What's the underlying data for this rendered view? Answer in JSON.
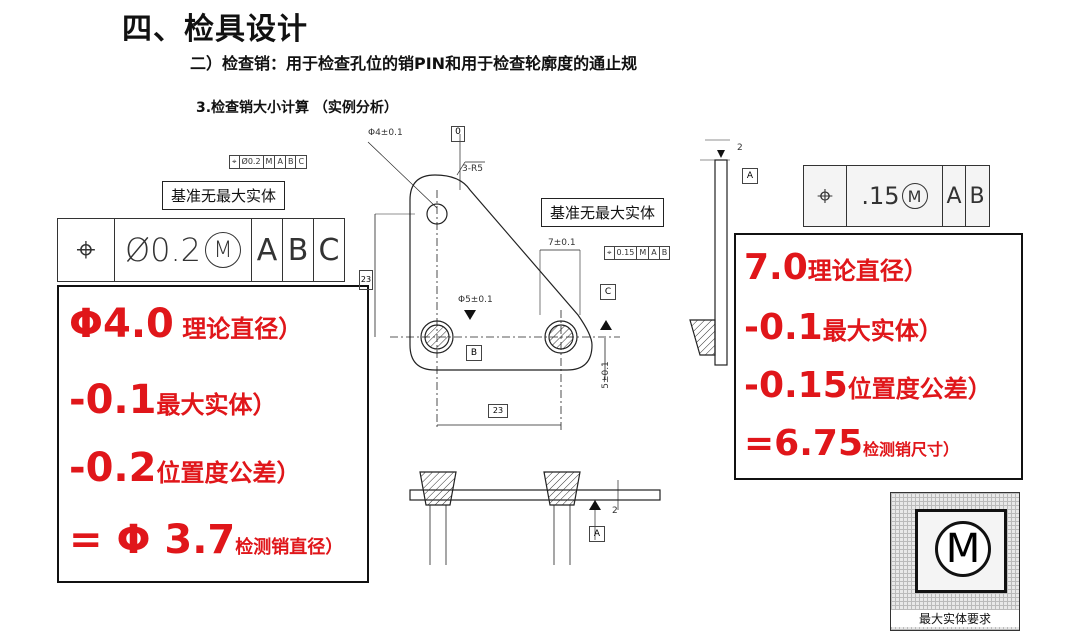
{
  "header": {
    "title": "四、检具设计",
    "subtitle": "二）检查销：用于检查孔位的销PIN和用于检查轮廓度的通止规",
    "section": "3.检查销大小计算 （实例分析）"
  },
  "left_panel": {
    "label": "基准无最大实体",
    "fcf": {
      "symbol": "⌖",
      "value": "Ø0.2",
      "modifier": "M",
      "datums": [
        "A",
        "B",
        "C"
      ]
    },
    "calc": [
      {
        "value": "Φ4.0",
        "note": " 理论直径）"
      },
      {
        "value": "-0.1",
        "note": "最大实体）"
      },
      {
        "value": "-0.2",
        "note": "位置度公差）"
      },
      {
        "value": "= Φ 3.7",
        "note": "检测销直径）"
      }
    ]
  },
  "drawing": {
    "label": "基准无最大实体",
    "dims": {
      "hole_dia": "Φ4±0.1",
      "radius": "3-R5",
      "pin_dia": "Φ5±0.1",
      "dist_x": "7±0.1",
      "height": "23",
      "width": "23",
      "v_dim": "5±0.1",
      "top_small": "0",
      "side_dim": "2",
      "right_side": "2"
    },
    "fcf_top": {
      "symbol": "⌖",
      "value": "Ø0.2",
      "modifier": "M",
      "datums": [
        "A",
        "B",
        "C"
      ]
    },
    "fcf_right": {
      "symbol": "⌖",
      "value": "0.15",
      "modifier": "M",
      "datums": [
        "A",
        "B"
      ]
    },
    "datum_a": "A",
    "datum_b": "B",
    "datum_c": "C"
  },
  "right_panel": {
    "fcf": {
      "symbol": "⌖",
      "value": ".15",
      "modifier": "M",
      "datums": [
        "A",
        "B"
      ]
    },
    "calc": [
      {
        "value": "7.0",
        "note": "理论直径）"
      },
      {
        "value": "-0.1",
        "note": "最大实体）"
      },
      {
        "value": "-0.15",
        "note": "位置度公差）"
      },
      {
        "value": "=6.75",
        "note": "检测销尺寸）"
      }
    ]
  },
  "mmc_legend": {
    "symbol": "M",
    "caption": "最大实体要求"
  }
}
